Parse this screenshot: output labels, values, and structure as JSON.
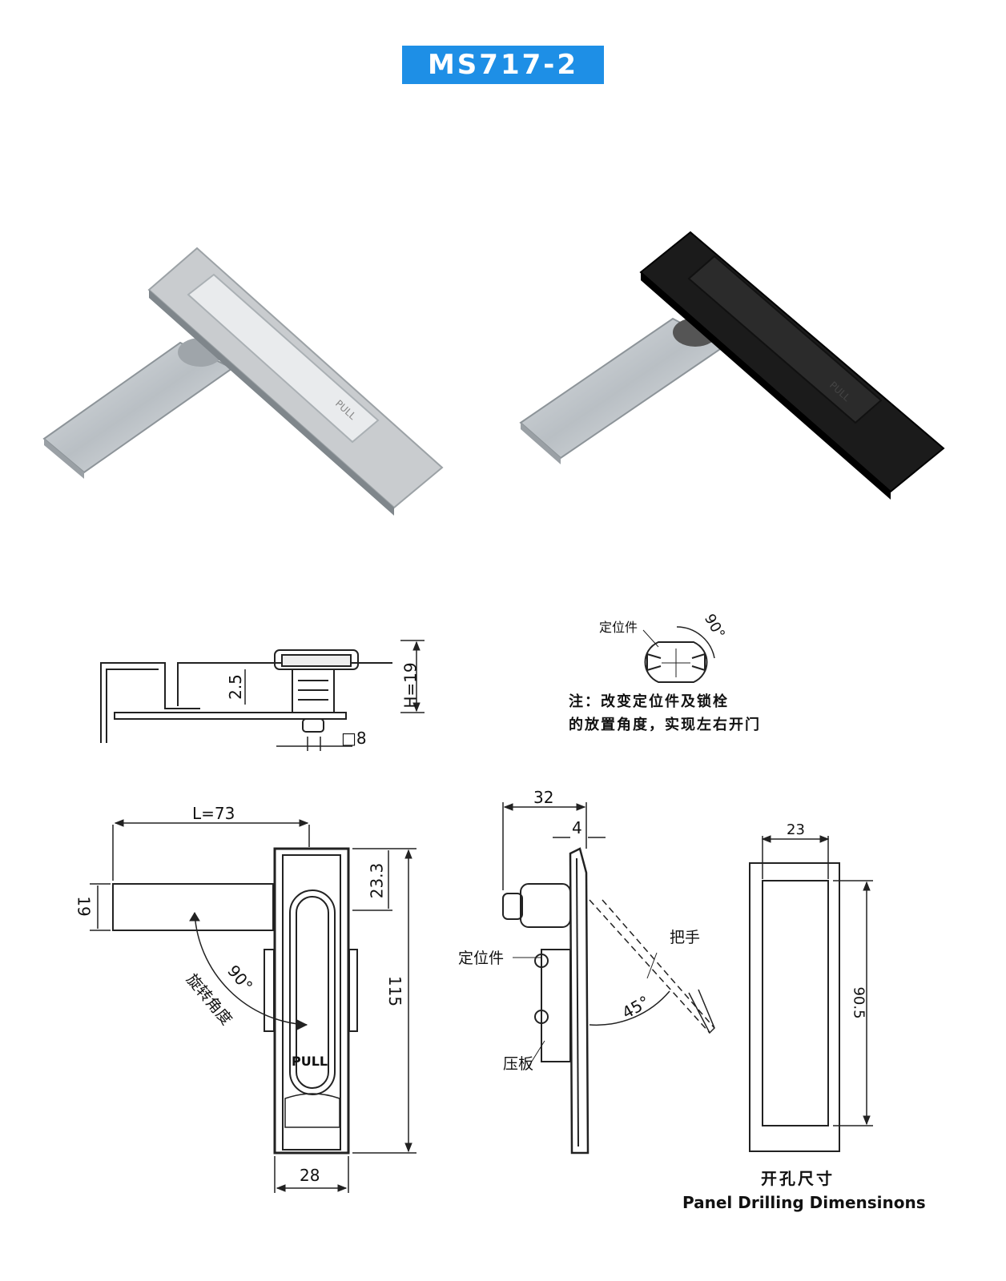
{
  "title": "MS717-2",
  "products": [
    {
      "finish_color": "#c9cccf",
      "handle_label": "PULL"
    },
    {
      "finish_color": "#1b1b1b",
      "handle_label": "PULL"
    }
  ],
  "side_view": {
    "dim_depth": "2.5",
    "dim_height": "H=19",
    "dim_square": "□8"
  },
  "rotation_note": {
    "stop_part": "定位件",
    "angle": "90°",
    "line1": "注：改变定位件及锁栓",
    "line2": "的放置角度，实现左右开门"
  },
  "front_view": {
    "dim_length": "L=73",
    "dim_tongue": "19",
    "dim_top": "23.3",
    "dim_total": "115",
    "dim_width": "28",
    "angle": "90°",
    "angle_caption": "旋转角度",
    "handle_label": "PULL"
  },
  "profile_view": {
    "dim_depth": "32",
    "dim_plate": "4",
    "stop_part": "定位件",
    "handle_part": "把手",
    "plate_part": "压板",
    "angle": "45°"
  },
  "cutout": {
    "dim_width": "23",
    "dim_height": "90.5",
    "caption_cn": "开孔尺寸",
    "caption_en": "Panel Drilling Dimensinons"
  }
}
